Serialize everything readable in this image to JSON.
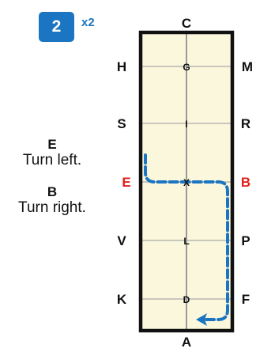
{
  "header": {
    "step_number": "2",
    "repeat": "x2",
    "badge_color": "#1b75c2"
  },
  "instructions": [
    {
      "letter": "E",
      "text": "Turn left."
    },
    {
      "letter": "B",
      "text": "Turn right."
    }
  ],
  "arena": {
    "fill_color": "#fbf7dc",
    "border_color": "#111111",
    "path_color": "#1b75c2",
    "highlight_color": "#e0201c",
    "markers": {
      "top": "C",
      "bottom": "A",
      "left": [
        "H",
        "S",
        "E",
        "V",
        "K"
      ],
      "right": [
        "M",
        "R",
        "B",
        "P",
        "F"
      ],
      "centerline": [
        "G",
        "I",
        "X",
        "L",
        "D"
      ]
    },
    "highlighted_markers": [
      "E",
      "B"
    ]
  }
}
